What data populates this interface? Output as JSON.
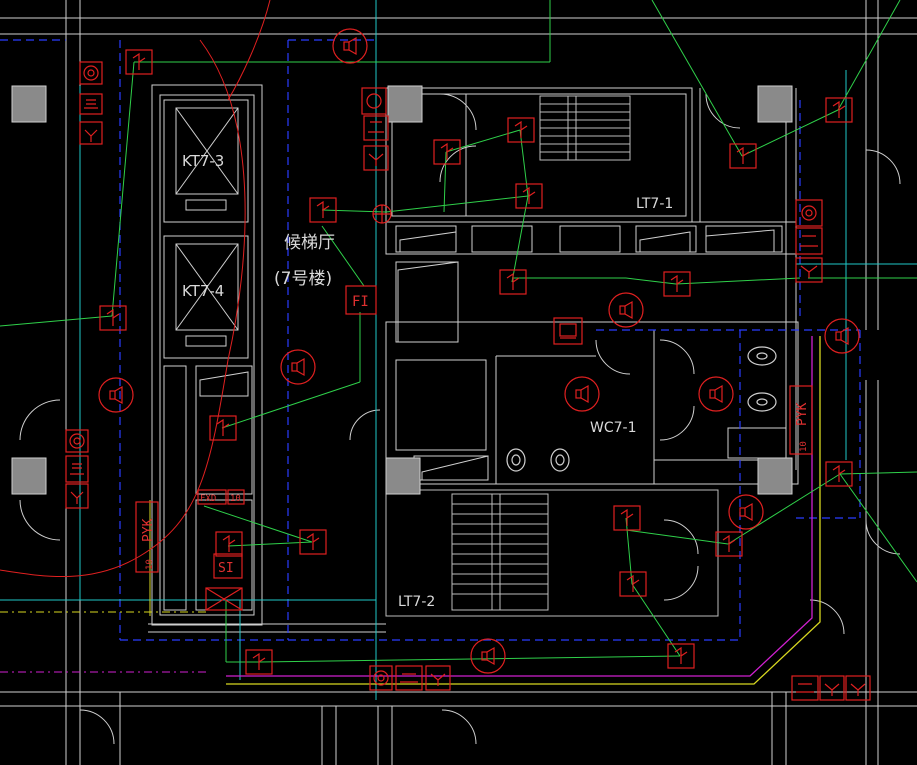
{
  "room_labels": {
    "kt7_3": "KT7-3",
    "kt7_4": "KT7-4",
    "hall_line1": "候梯厅",
    "hall_line2": "(7号楼)",
    "lt7_1": "LT7-1",
    "lt7_2": "LT7-2",
    "wc7_1": "WC7-1"
  },
  "device_tags": {
    "fi": "FI",
    "si": "SI",
    "fxd": "FXD",
    "ten_a": "10",
    "pyk_left": "PYK",
    "pyk_left_num": "10",
    "pyk_right": "PYK",
    "pyk_right_num": "10"
  },
  "colors": {
    "background": "#000000",
    "wall": "#d0d0d0",
    "device": "#e02020",
    "green_wire": "#2fd04a",
    "blue_dashed": "#2a3cff",
    "cyan": "#1fc8c8",
    "magenta": "#d020d0",
    "yellow": "#d8d820",
    "column": "#8a8a8a"
  }
}
